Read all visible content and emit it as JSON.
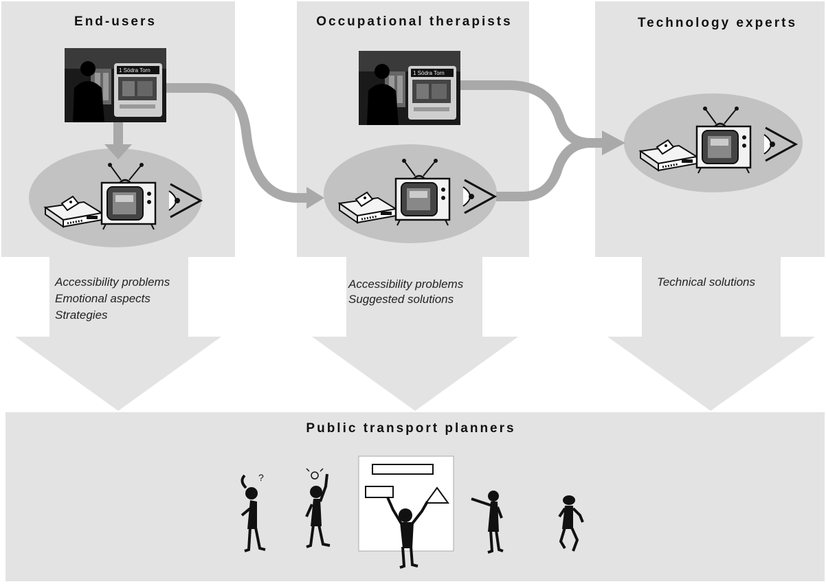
{
  "columns": [
    {
      "title": "End-users",
      "notes": [
        "Accessibility problems",
        "Emotional aspects",
        "Strategies"
      ],
      "bus_sign": "1 Södra Torn"
    },
    {
      "title": "Occupational therapists",
      "notes": [
        "Accessibility problems",
        "Suggested solutions"
      ],
      "bus_sign": "1 Södra Torn"
    },
    {
      "title": "Technology experts",
      "notes": [
        "Technical solutions"
      ]
    }
  ],
  "planners": {
    "title": "Public transport planners",
    "figures": [
      "person-thinking-icon",
      "person-idea-icon",
      "person-presenting-icon",
      "person-pointing-icon",
      "person-walking-icon"
    ],
    "question_mark": "?"
  },
  "colors": {
    "panel": "#e3e3e3",
    "arrow": "#e3e3e3",
    "ellipse": "#c2c2c2",
    "flow": "#a9a9a9",
    "ink": "#111111"
  },
  "icons": [
    "bus-photo",
    "tv-icon",
    "video-player-icon",
    "eye-icon"
  ]
}
